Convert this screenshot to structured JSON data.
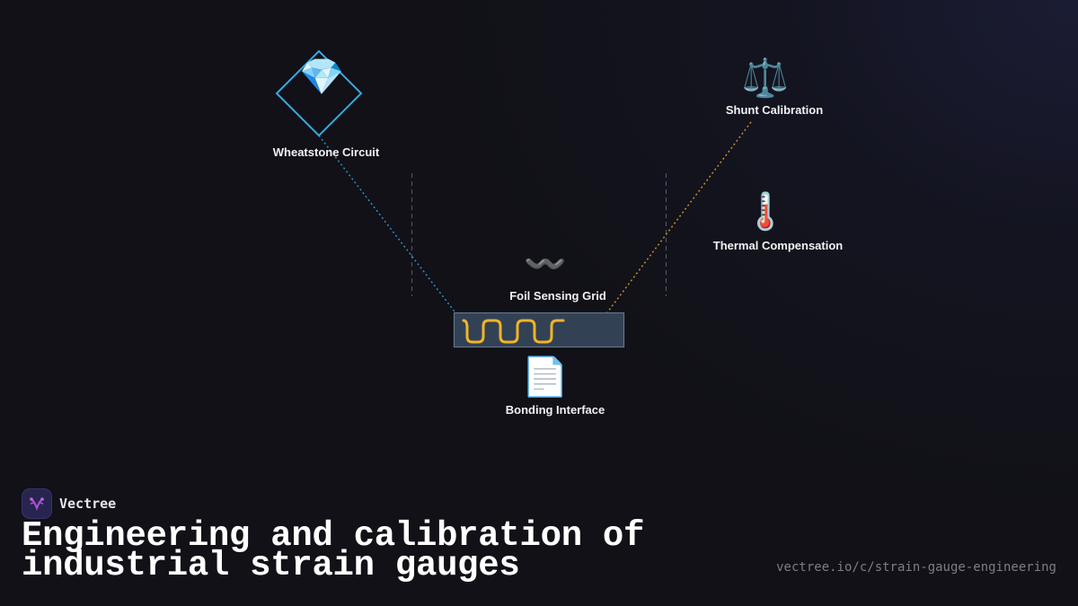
{
  "diagram": {
    "nodes": [
      {
        "id": "wheatstone",
        "label": "Wheatstone Circuit",
        "icon": "gem-icon",
        "glyph": "💎"
      },
      {
        "id": "shunt",
        "label": "Shunt Calibration",
        "icon": "balance-scale-icon",
        "glyph": "⚖️"
      },
      {
        "id": "thermal",
        "label": "Thermal Compensation",
        "icon": "thermometer-icon",
        "glyph": "🌡️"
      },
      {
        "id": "foil",
        "label": "Foil Sensing Grid",
        "icon": "wavy-dash-icon",
        "glyph": "〰️"
      },
      {
        "id": "bonding",
        "label": "Bonding Interface",
        "icon": "document-icon",
        "glyph": "📄"
      }
    ],
    "edges": [
      {
        "from": "wheatstone",
        "to": "strain-gauge",
        "color": "#2f8fcf",
        "style": "dotted"
      },
      {
        "from": "shunt",
        "to": "strain-gauge",
        "color": "#c8902a",
        "style": "dotted"
      }
    ],
    "colors": {
      "background": "#111117",
      "diamond_outline": "#3aa8e0",
      "gauge_fill": "#334155",
      "gauge_border": "#64748b",
      "serpentine": "#f0b429",
      "guide_lines": "#4b5563"
    }
  },
  "brand": {
    "name": "Vectree",
    "logo_icon": "vectree-logo-icon"
  },
  "title": {
    "line1": "Engineering and calibration of",
    "line2": "industrial strain gauges"
  },
  "url": "vectree.io/c/strain-gauge-engineering"
}
